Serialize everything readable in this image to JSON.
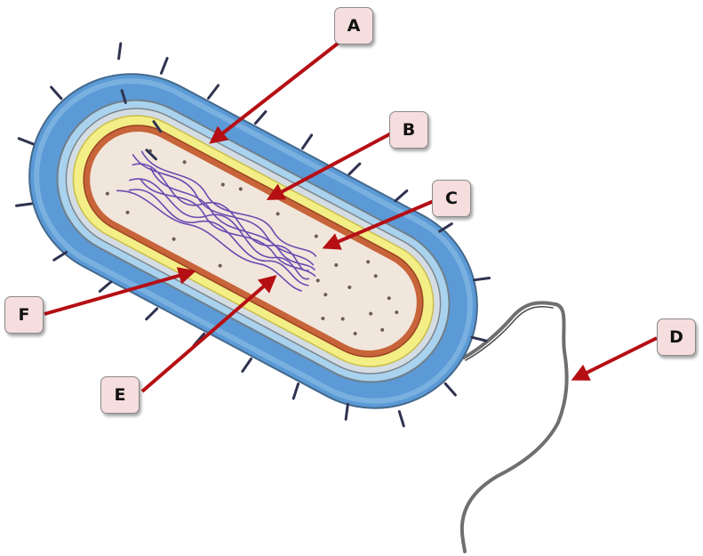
{
  "labels": {
    "a": "A",
    "b": "B",
    "c": "C",
    "d": "D",
    "e": "E",
    "f": "F"
  },
  "colors": {
    "capsule": "#5b9ad6",
    "capsule_light": "#a9d2ee",
    "cell_wall": "#d4dde3",
    "outer_membrane": "#f3ee86",
    "plasma_membrane": "#c8643a",
    "cytoplasm": "#f1e6dc",
    "nucleoid": "#6a4bb0",
    "ribosome": "#6a5d55",
    "flagellum": "#6f6f6f",
    "pili": "#2f3350",
    "arrow": "#b50f14",
    "label_fill": "#f6dede"
  },
  "icons": {
    "cell": "bacterium-illustration",
    "arrow": "arrow-pointer"
  }
}
